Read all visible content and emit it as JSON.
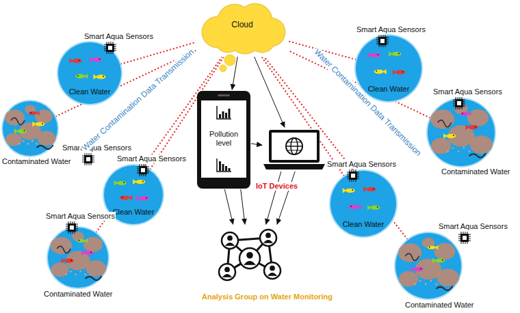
{
  "diagram": {
    "nodes": [
      {
        "text": [
          "Cloud"
        ]
      },
      {
        "text": [
          "Smart Aqua Sensors",
          "Clean Water"
        ]
      },
      {
        "text": [
          "Smart Aqua Sensors",
          "Clean Water"
        ]
      },
      {
        "text": [
          "Smart Aqua Sensors",
          "Contaminated Water"
        ]
      },
      {
        "text": [
          "Smart Aqua Sensors",
          "Contaminated Water"
        ]
      },
      {
        "text": [
          "Pollution level"
        ]
      },
      {
        "text": [
          "IoT Devices"
        ]
      },
      {
        "text": [
          "Smart Aqua Sensors",
          "Clean Water"
        ]
      },
      {
        "text": [
          "Smart Aqua Sensors",
          "Clean Water"
        ]
      },
      {
        "text": [
          "Smart Aqua Sensors",
          "Contaminated Water"
        ]
      },
      {
        "text": [
          "Smart Aqua Sensors",
          "Contaminated Water"
        ]
      },
      {
        "text": [
          "Analysis Group on Water Monitoring"
        ]
      }
    ],
    "edges": [
      {
        "from": 1,
        "to": 0,
        "arrow": "none"
      },
      {
        "from": 2,
        "to": 0,
        "arrow": "none"
      },
      {
        "from": 3,
        "to": 0,
        "arrow": "none"
      },
      {
        "from": 4,
        "to": 0,
        "arrow": "none"
      },
      {
        "from": 7,
        "to": 0,
        "arrow": "none"
      },
      {
        "from": 8,
        "to": 0,
        "arrow": "none"
      },
      {
        "from": 9,
        "to": 0,
        "arrow": "none"
      },
      {
        "from": 10,
        "to": 0,
        "arrow": "none"
      },
      {
        "from": 0,
        "to": 5,
        "arrow": "to"
      },
      {
        "from": 0,
        "to": 6,
        "arrow": "to"
      },
      {
        "from": 5,
        "to": 6,
        "arrow": "to"
      },
      {
        "from": 5,
        "to": 11,
        "arrow": "to"
      },
      {
        "from": 5,
        "to": 11,
        "arrow": "to"
      },
      {
        "from": 6,
        "to": 11,
        "arrow": "to"
      },
      {
        "from": 6,
        "to": 11,
        "arrow": "to"
      }
    ],
    "labels": [
      "Water Contamination Data Transmission",
      "Water Contamination Data Transmission"
    ]
  }
}
